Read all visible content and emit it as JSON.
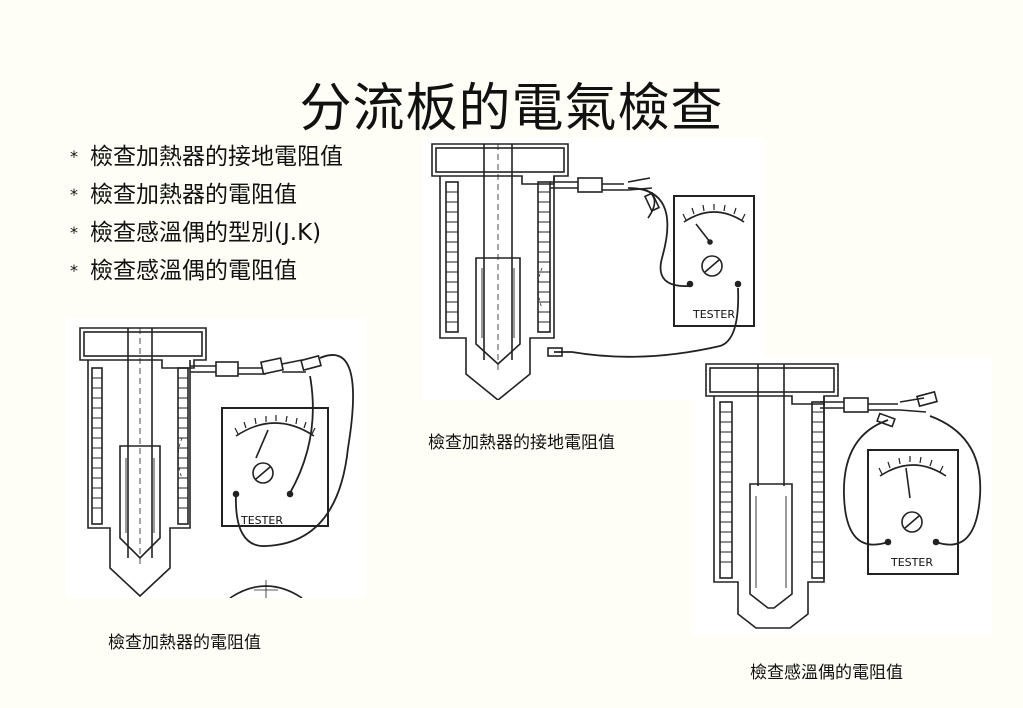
{
  "slide": {
    "title": "分流板的電氣檢查",
    "bullets": [
      {
        "mark": "*",
        "text": "檢查加熱器的接地電阻值"
      },
      {
        "mark": "*",
        "text": "檢查加熱器的電阻值"
      },
      {
        "mark": "*",
        "text": "檢查感溫偶的型別(J.K)"
      },
      {
        "mark": "*",
        "text": "檢查感溫偶的電阻值"
      }
    ]
  },
  "figures": [
    {
      "tester_label": "TESTER",
      "caption": "檢查加熱器的電阻值"
    },
    {
      "tester_label": "TESTER",
      "caption": "檢查加熱器的接地電阻值"
    },
    {
      "tester_label": "TESTER",
      "caption": "檢查感溫偶的電阻值"
    }
  ]
}
